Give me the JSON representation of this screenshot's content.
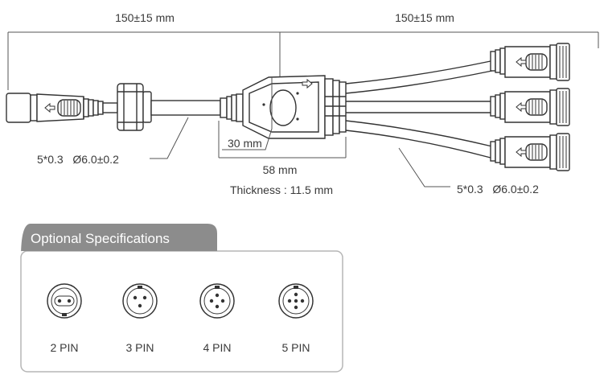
{
  "dimensions": {
    "left_length": "150±15 mm",
    "right_length": "150±15 mm",
    "left_cable": "5*0.3   Ø6.0±0.2",
    "right_cable": "5*0.3   Ø6.0±0.2",
    "inner_width": "30 mm",
    "body_length": "58 mm",
    "thickness": "Thickness : 11.5 mm"
  },
  "optional_specifications": {
    "title": "Optional Specifications",
    "pins": [
      {
        "label": "2 PIN",
        "count": 2
      },
      {
        "label": "3 PIN",
        "count": 3
      },
      {
        "label": "4 PIN",
        "count": 4
      },
      {
        "label": "5 PIN",
        "count": 5
      }
    ]
  },
  "colors": {
    "line": "#3a3a3a",
    "panel_header": "#8c8c8c",
    "panel_border": "#b5b5b5"
  }
}
